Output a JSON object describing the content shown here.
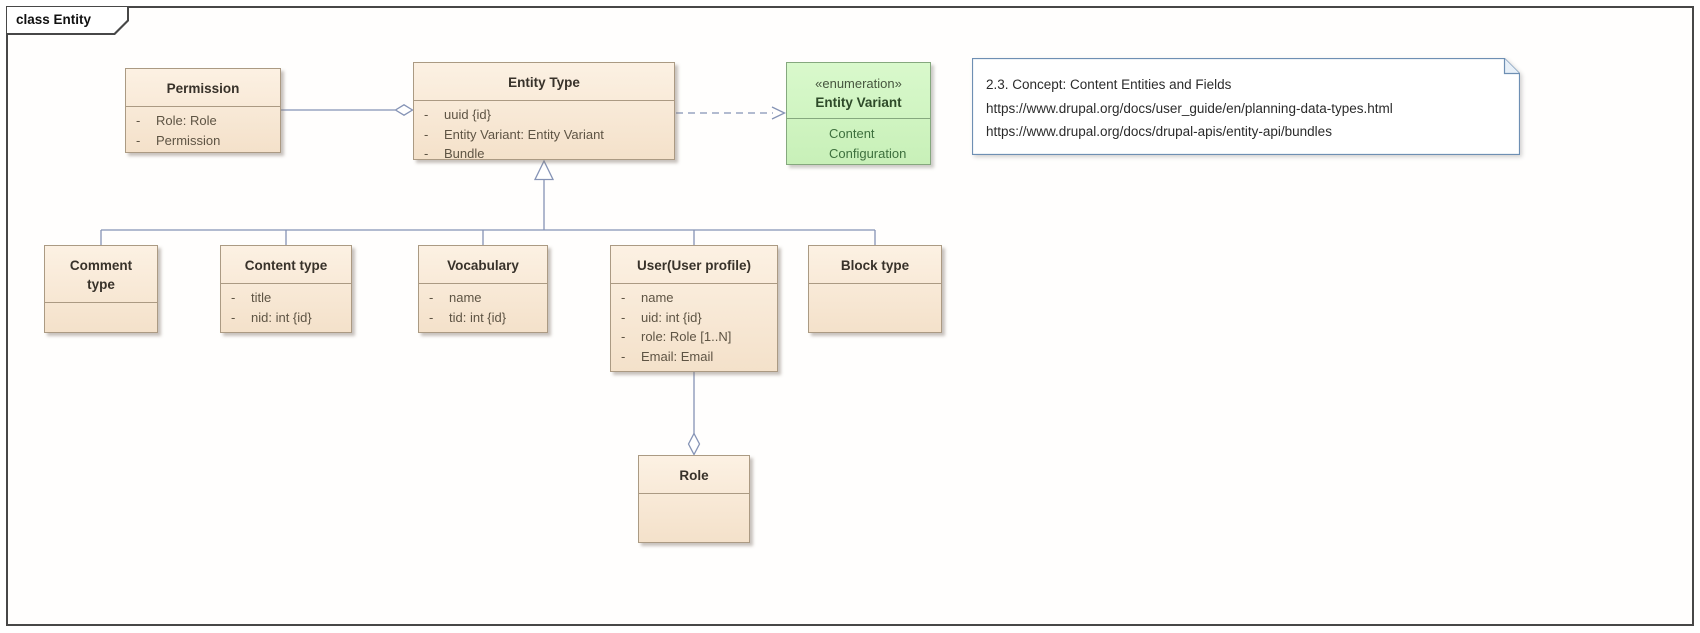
{
  "frame": {
    "label": "class Entity"
  },
  "colors": {
    "class_fill": "#F8EBD8",
    "class_border": "#AB9A83",
    "enum_fill": "#CFF5C2",
    "enum_border": "#85A87E",
    "note_border": "#6E8FB3",
    "connector": "#8593B5"
  },
  "classes": {
    "permission": {
      "name": "Permission",
      "attributes": [
        {
          "vis": "-",
          "text": "Role: Role"
        },
        {
          "vis": "-",
          "text": "Permission"
        }
      ]
    },
    "entity_type": {
      "name": "Entity Type",
      "attributes": [
        {
          "vis": "-",
          "text": "uuid {id}"
        },
        {
          "vis": "-",
          "text": "Entity Variant: Entity Variant"
        },
        {
          "vis": "-",
          "text": "Bundle"
        }
      ]
    },
    "entity_variant": {
      "stereotype": "«enumeration»",
      "name": "Entity Variant",
      "literals": [
        "Content",
        "Configuration"
      ]
    },
    "comment_type": {
      "name": "Comment type",
      "attributes": []
    },
    "content_type": {
      "name": "Content type",
      "attributes": [
        {
          "vis": "-",
          "text": "title"
        },
        {
          "vis": "-",
          "text": "nid: int {id}"
        }
      ]
    },
    "vocabulary": {
      "name": "Vocabulary",
      "attributes": [
        {
          "vis": "-",
          "text": "name"
        },
        {
          "vis": "-",
          "text": "tid: int {id}"
        }
      ]
    },
    "user": {
      "name": "User(User profile)",
      "attributes": [
        {
          "vis": "-",
          "text": "name"
        },
        {
          "vis": "-",
          "text": "uid: int {id}"
        },
        {
          "vis": "-",
          "text": "role: Role [1..N]"
        },
        {
          "vis": "-",
          "text": "Email: Email"
        }
      ]
    },
    "block_type": {
      "name": "Block type",
      "attributes": []
    },
    "role": {
      "name": "Role",
      "attributes": []
    }
  },
  "note": {
    "lines": [
      "2.3. Concept: Content Entities and Fields",
      "https://www.drupal.org/docs/user_guide/en/planning-data-types.html",
      "https://www.drupal.org/docs/drupal-apis/entity-api/bundles"
    ]
  },
  "relationships": [
    {
      "type": "aggregation",
      "from": "Permission",
      "to": "Entity Type",
      "diamond_at": "Entity Type"
    },
    {
      "type": "dependency",
      "from": "Entity Type",
      "to": "Entity Variant",
      "style": "dashed"
    },
    {
      "type": "generalization",
      "parent": "Entity Type",
      "children": [
        "Comment type",
        "Content type",
        "Vocabulary",
        "User(User profile)",
        "Block type"
      ]
    },
    {
      "type": "aggregation",
      "from": "User(User profile)",
      "to": "Role",
      "diamond_at": "Role"
    }
  ]
}
